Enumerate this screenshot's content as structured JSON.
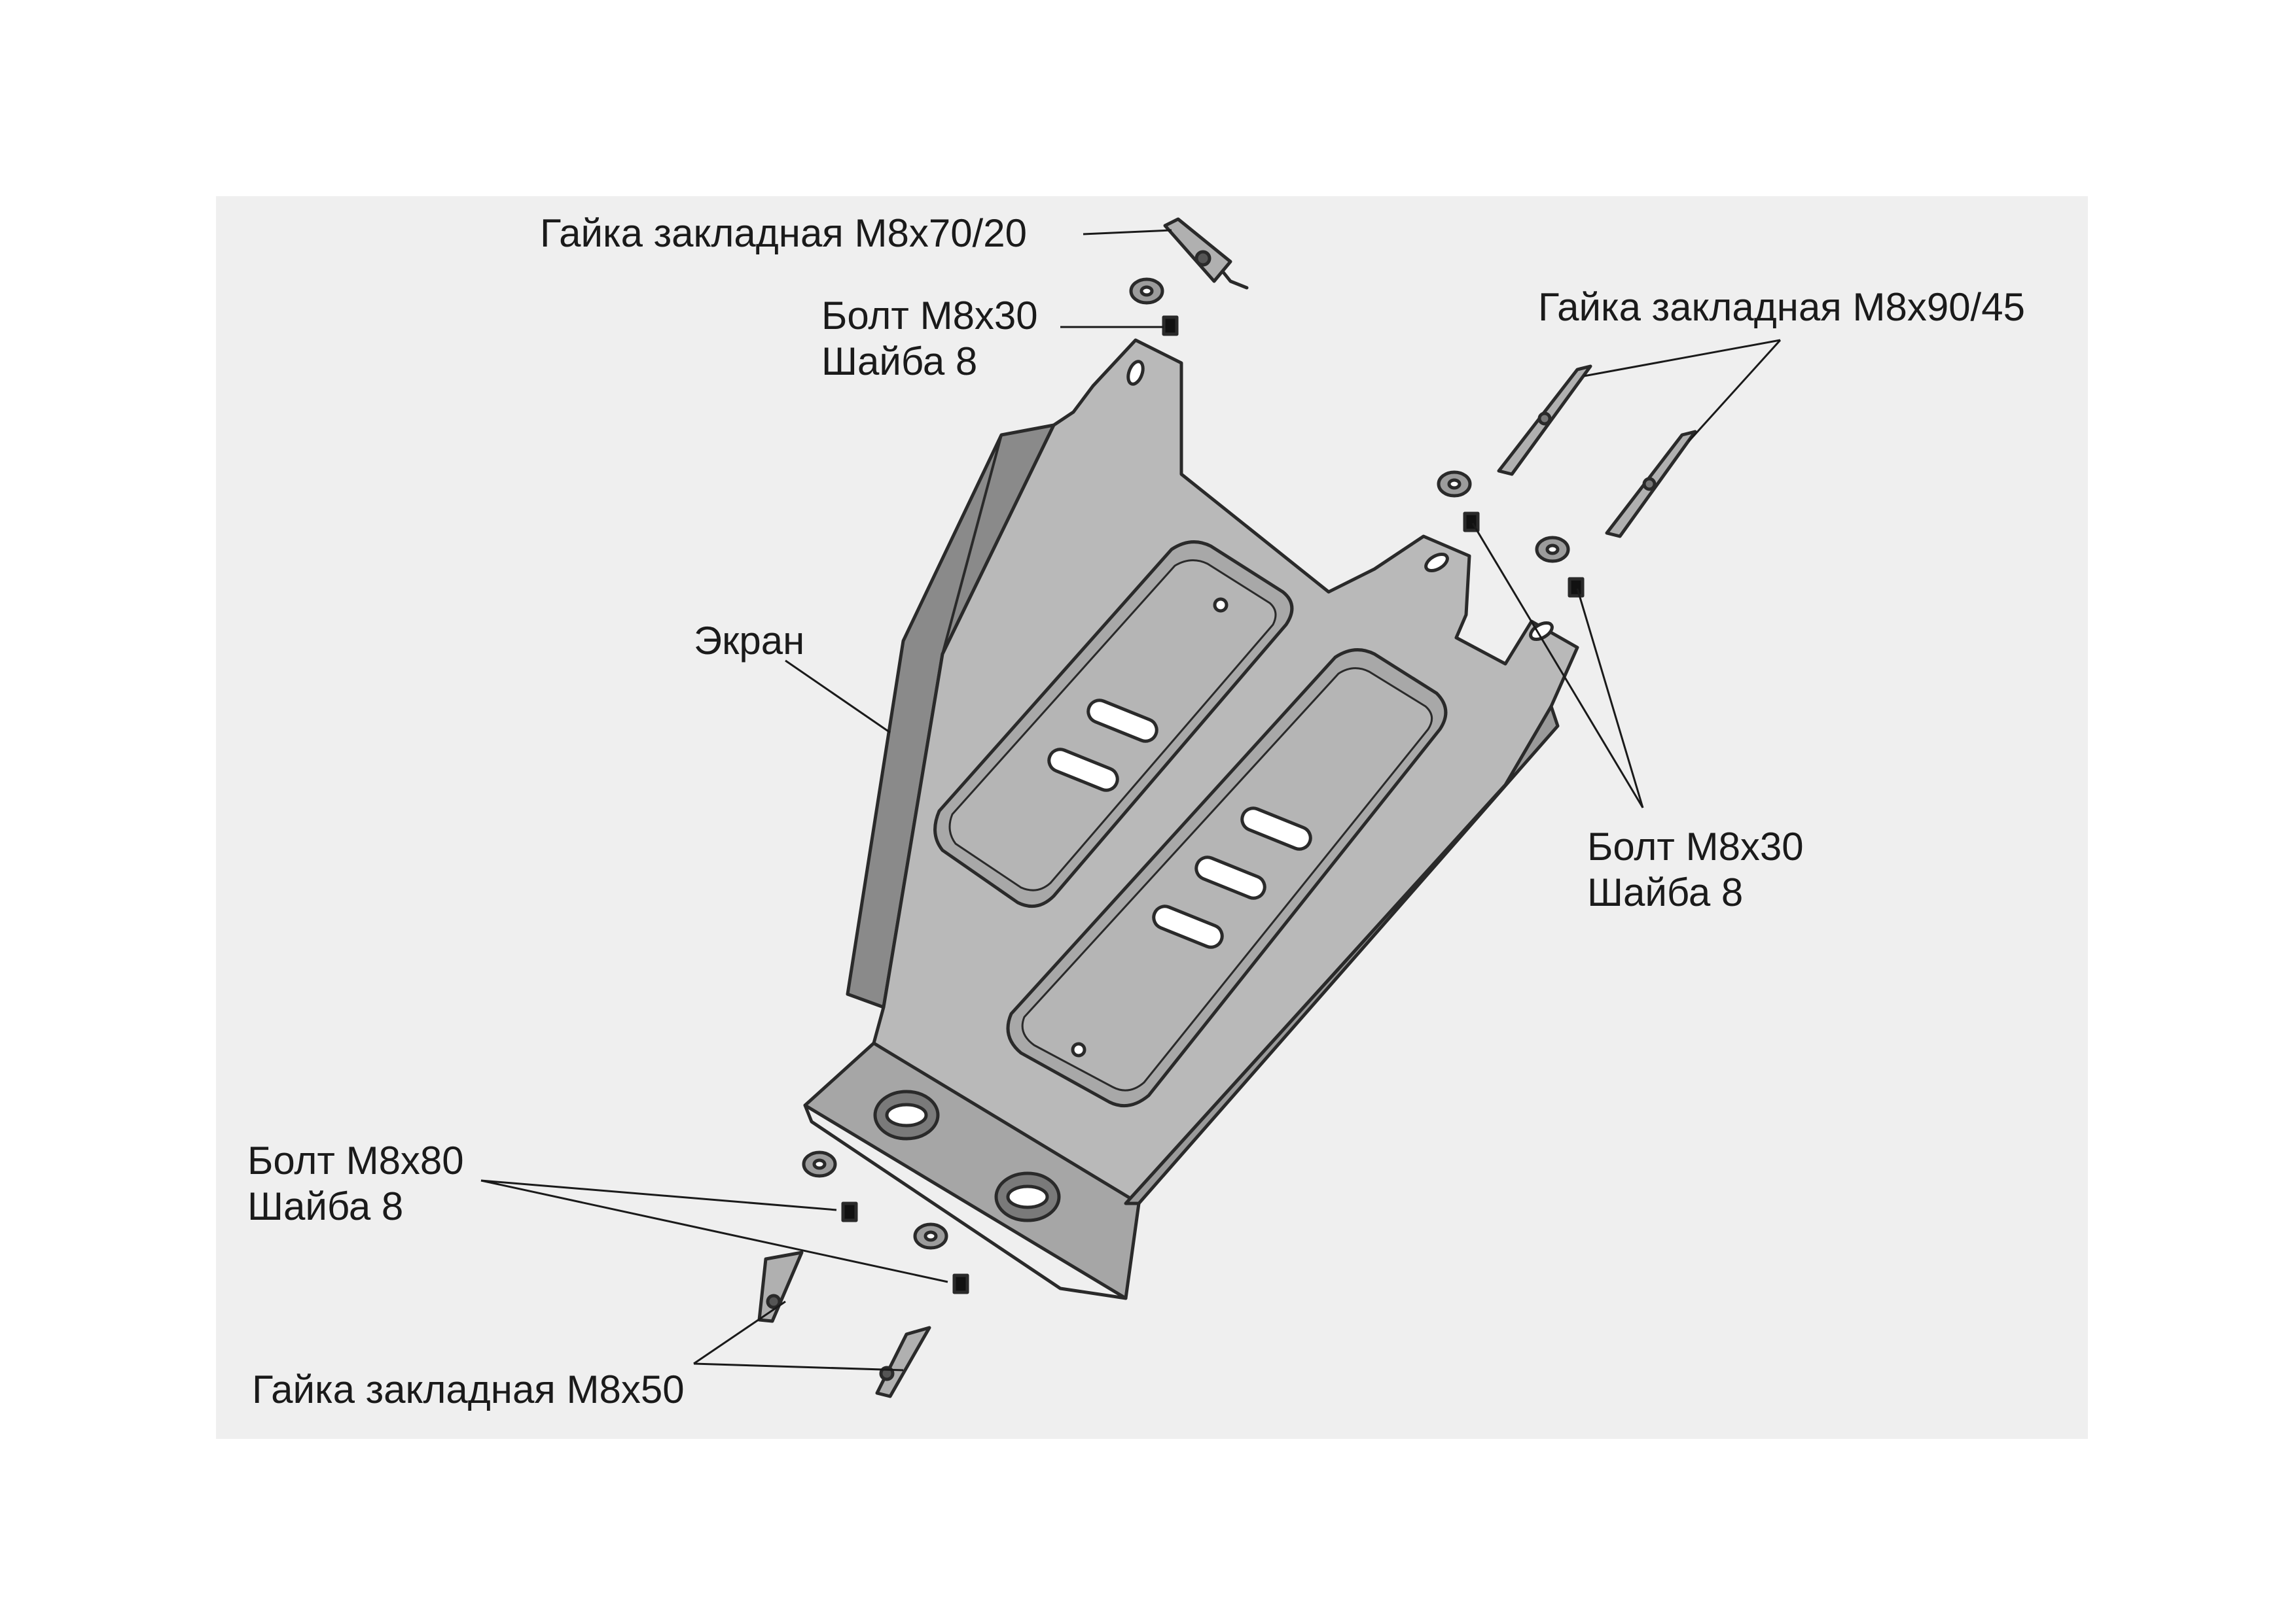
{
  "labels": {
    "nut_m8x70_20": "Гайка закладная M8x70/20",
    "bolt_top_left_line1": "Болт M8x30",
    "bolt_top_left_line2": "Шайба 8",
    "nut_m8x90_45": "Гайка закладная M8x90/45",
    "screen": "Экран",
    "bolt_right_line1": "Болт M8x30",
    "bolt_right_line2": "Шайба 8",
    "bolt_bottom_line1": "Болт M8x80",
    "bolt_bottom_line2": "Шайба 8",
    "nut_m8x50": "Гайка закладная M8x50"
  }
}
